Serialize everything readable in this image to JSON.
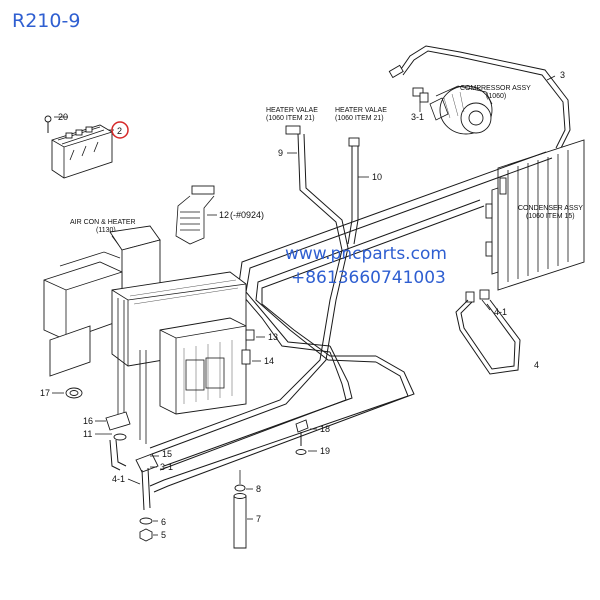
{
  "header": {
    "model_code": "R210-9"
  },
  "watermark": {
    "website": "www.pncparts.com",
    "phone": "+8613660741003"
  },
  "highlight_color": "#d62828",
  "accent_color": "#2f5fd1",
  "assemblies": {
    "compressor": {
      "name": "COMPRESSOR ASSY",
      "ref": "(1060)"
    },
    "condenser": {
      "name": "CONDENSER ASSY",
      "ref": "(1060 ITEM 15)"
    },
    "heater_valve_a": {
      "name": "HEATER VALAE",
      "ref": "(1060 ITEM 21)"
    },
    "heater_valve_b": {
      "name": "HEATER VALAE",
      "ref": "(1060 ITEM 21)"
    },
    "aircon_heater": {
      "name": "AIR CON & HEATER",
      "ref": "(1130)"
    }
  },
  "callouts": {
    "c2": "2",
    "c3": "3",
    "c3_1_top": "3-1",
    "c4": "4",
    "c4_1_right": "4-1",
    "c5": "5",
    "c6": "6",
    "c7": "7",
    "c8": "8",
    "c9": "9",
    "c10": "10",
    "c11": "11",
    "c12": "12",
    "c12_note": "(-#0924)",
    "c13": "13",
    "c14": "14",
    "c15": "15",
    "c16": "16",
    "c17": "17",
    "c18": "18",
    "c19": "19",
    "c20": "20",
    "c3_1_bottom": "3-1",
    "c4_1_bottom": "4-1"
  }
}
